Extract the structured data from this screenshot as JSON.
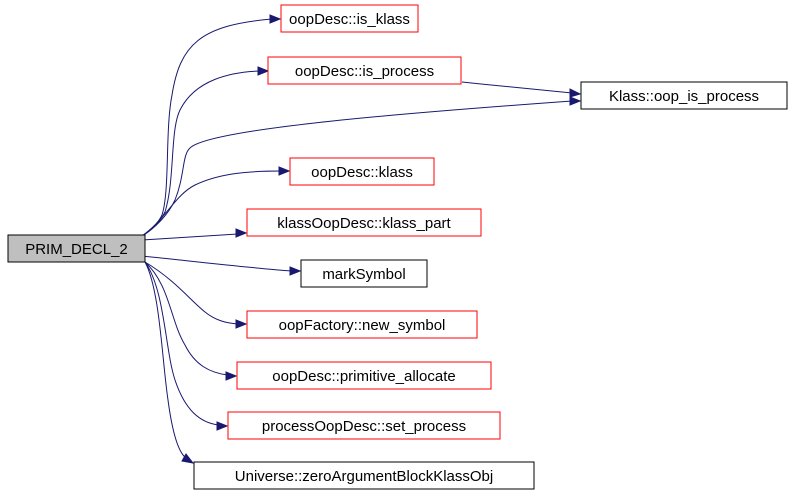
{
  "colors": {
    "root_fill": "#bfbfbf",
    "root_stroke": "#000000",
    "documented_stroke": "#ff0000",
    "undocumented_stroke": "#000000",
    "edge": "#191970"
  },
  "nodes": {
    "root": "PRIM_DECL_2",
    "is_klass": "oopDesc::is_klass",
    "is_process": "oopDesc::is_process",
    "oop_is_process": "Klass::oop_is_process",
    "klass": "oopDesc::klass",
    "klass_part": "klassOopDesc::klass_part",
    "mark_symbol": "markSymbol",
    "new_symbol": "oopFactory::new_symbol",
    "primitive_allocate": "oopDesc::primitive_allocate",
    "set_process": "processOopDesc::set_process",
    "zero_arg_block": "Universe::zeroArgumentBlockKlassObj"
  }
}
